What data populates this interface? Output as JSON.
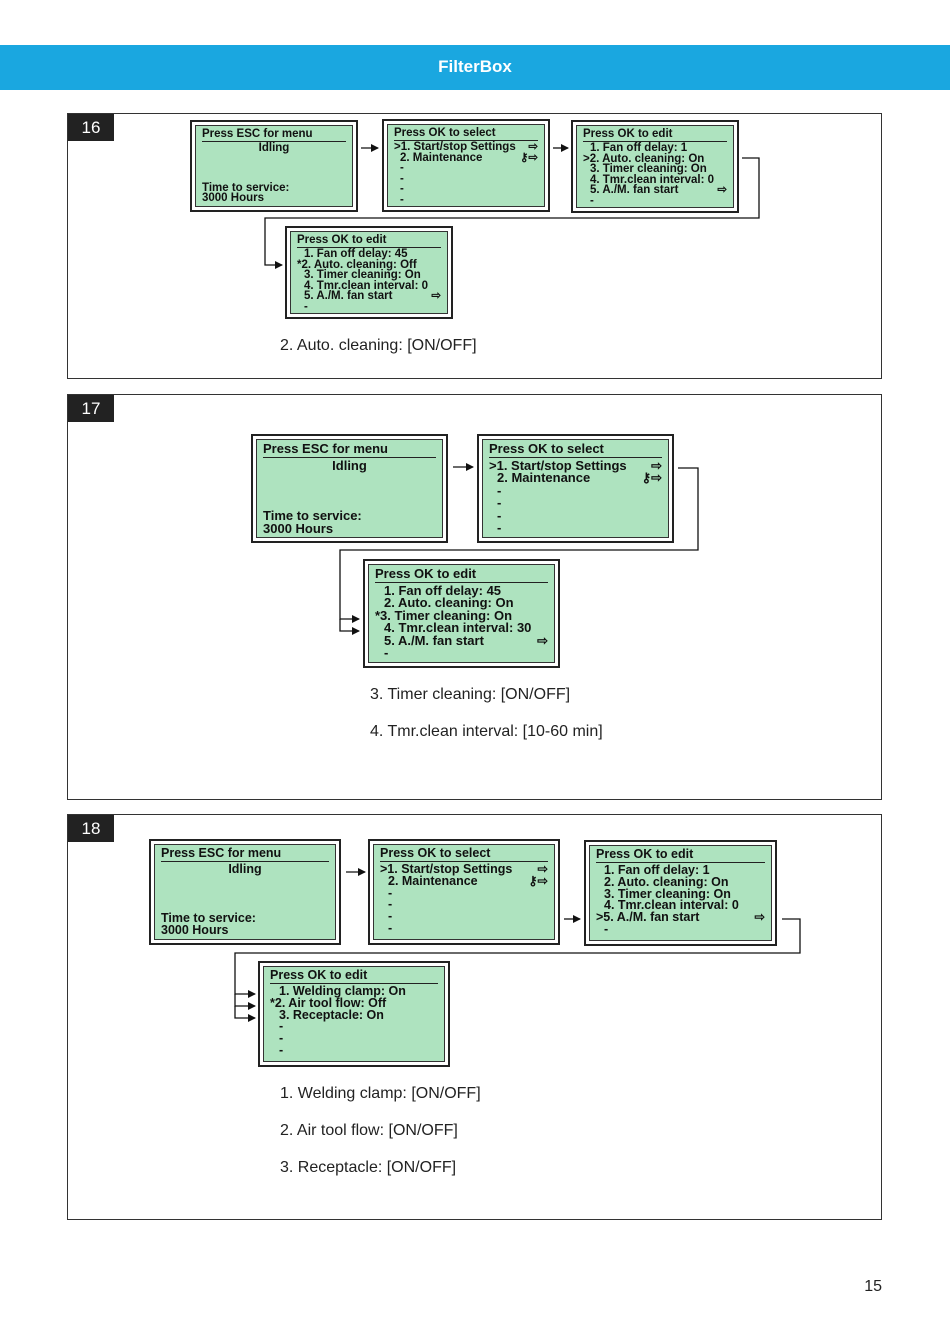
{
  "header": {
    "title": "FilterBox"
  },
  "page_number": "15",
  "icons": {
    "arrow": "right-outline-arrow-icon",
    "key": "key-icon",
    "connector": "right-arrow-icon"
  },
  "colors": {
    "header": "#1aa7e0",
    "lcd": "#aee3bf"
  },
  "steps": {
    "s16": {
      "number": "16",
      "screen1": {
        "title": "Press ESC for menu",
        "status": "Idling",
        "service_label": "Time to service:",
        "service_value": "3000 Hours"
      },
      "screen2": {
        "title": "Press OK to select",
        "items": [
          ">1. Start/stop Settings",
          "  2. Maintenance",
          "-",
          "-",
          "-",
          "-"
        ]
      },
      "screen3": {
        "title": "Press OK to edit",
        "items": [
          "1. Fan off delay: 1",
          ">2. Auto. cleaning: On",
          "3. Timer cleaning: On",
          "4. Tmr.clean interval: 0",
          "5. A./M. fan start",
          "-"
        ]
      },
      "screen4": {
        "title": "Press OK to edit",
        "items": [
          "1. Fan off delay: 45",
          "*2. Auto. cleaning: Off",
          "3. Timer cleaning: On",
          "4. Tmr.clean interval: 0",
          "5. A./M. fan start",
          "-"
        ]
      },
      "captions": [
        "2. Auto. cleaning: [ON/OFF]"
      ]
    },
    "s17": {
      "number": "17",
      "screen1": {
        "title": "Press ESC for menu",
        "status": "Idling",
        "service_label": "Time to service:",
        "service_value": "3000 Hours"
      },
      "screen2": {
        "title": "Press OK to select",
        "items": [
          ">1. Start/stop Settings",
          "2. Maintenance",
          "-",
          "-",
          "-",
          "-"
        ]
      },
      "screen3": {
        "title": "Press OK to edit",
        "items": [
          "1. Fan off delay: 45",
          "2. Auto. cleaning: On",
          "*3. Timer cleaning: On",
          "4. Tmr.clean interval: 30",
          "5. A./M. fan start",
          "-"
        ]
      },
      "captions": [
        "3. Timer cleaning: [ON/OFF]",
        "4. Tmr.clean interval: [10-60 min]"
      ]
    },
    "s18": {
      "number": "18",
      "screen1": {
        "title": "Press ESC for menu",
        "status": "Idling",
        "service_label": "Time to service:",
        "service_value": "3000 Hours"
      },
      "screen2": {
        "title": "Press OK to select",
        "items": [
          ">1. Start/stop Settings",
          "2. Maintenance",
          "-",
          "-",
          "-",
          "-"
        ]
      },
      "screen3": {
        "title": "Press OK to edit",
        "items": [
          "1. Fan off delay: 1",
          "2. Auto. cleaning: On",
          "3. Timer cleaning: On",
          "4. Tmr.clean interval: 0",
          ">5. A./M. fan start",
          "-"
        ]
      },
      "screen4": {
        "title": "Press OK to edit",
        "items": [
          "1. Welding clamp: On",
          "*2. Air tool flow: Off",
          "3. Receptacle: On",
          "-",
          "-",
          "-"
        ]
      },
      "captions": [
        "1. Welding clamp: [ON/OFF]",
        "2. Air tool flow: [ON/OFF]",
        "3. Receptacle: [ON/OFF]"
      ]
    }
  }
}
